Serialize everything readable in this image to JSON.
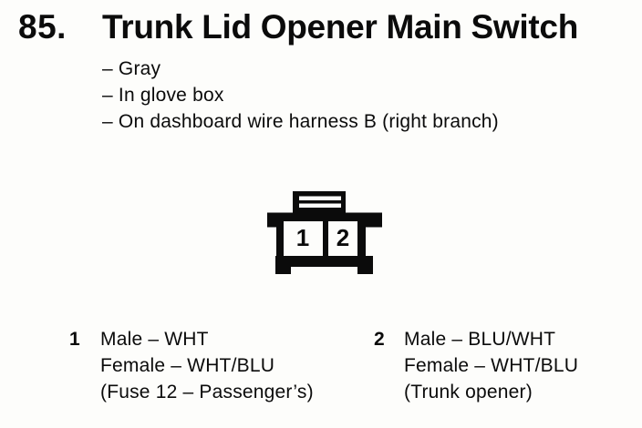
{
  "document": {
    "section_number": "85.",
    "title": "Trunk Lid Opener Main Switch",
    "attributes": [
      "– Gray",
      "– In glove box",
      "– On dashboard wire harness B (right branch)"
    ],
    "connector": {
      "cavity_labels": [
        "1",
        "2"
      ],
      "line_color": "#0b0b0b"
    },
    "pins": [
      {
        "number": "1",
        "lines": [
          "Male – WHT",
          "Female – WHT/BLU",
          "(Fuse 12 – Passenger’s)"
        ]
      },
      {
        "number": "2",
        "lines": [
          "Male – BLU/WHT",
          "Female – WHT/BLU",
          "(Trunk opener)"
        ]
      }
    ]
  }
}
